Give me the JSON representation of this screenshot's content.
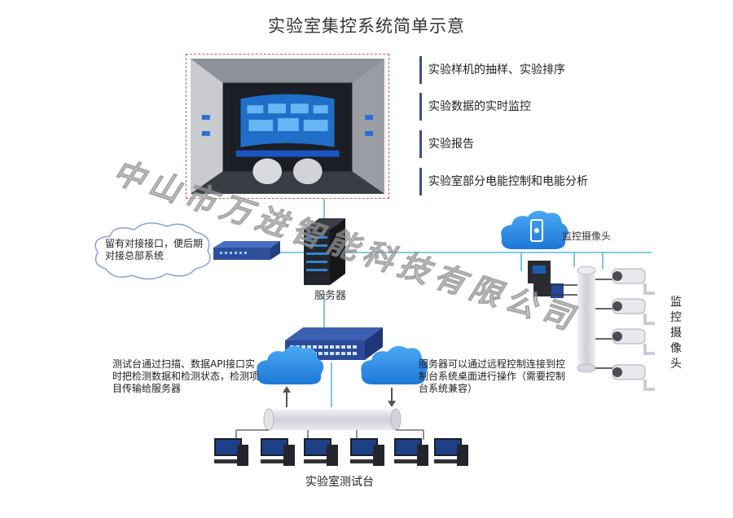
{
  "title": "实验室集控系统简单示意",
  "features": [
    "实验样机的抽样、实验排序",
    "实验数据的实时监控",
    "实验报告",
    "实验室部分电能控制和电能分析"
  ],
  "interface_note": "留有对接接口，便后期对接总部系统",
  "server_label": "服务器",
  "camera_cloud_label": "监控摄像头",
  "camera_side_label": "监控摄像头",
  "left_note": "测试台通过扫描、数据API接口实时把检测数据和检测状态，检测项目传输给服务器",
  "right_note": "服务器可以通过远程控制连接到控制台系统桌面进行操作（需要控制台系统兼容）",
  "bottom_label": "实验室测试台",
  "watermark": "中山市万进智能科技有限公司",
  "colors": {
    "line": "#5ab8d8",
    "cloud": "#2a8ee6",
    "feature_bar": "#3f4f8a",
    "photo_border": "#d9555a"
  }
}
